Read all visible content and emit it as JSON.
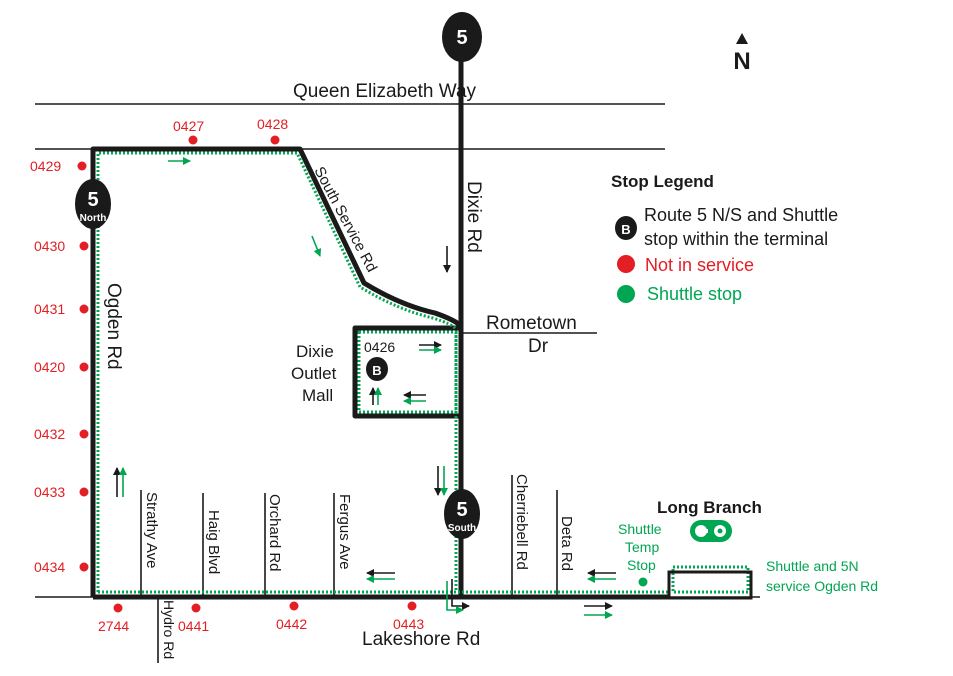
{
  "streets": {
    "qew": "Queen Elizabeth Way",
    "dixie": "Dixie Rd",
    "ogden": "Ogden Rd",
    "south_service": "South Service Rd",
    "rometown_1": "Rometown",
    "rometown_2": "Dr",
    "lakeshore": "Lakeshore Rd",
    "strathy": "Strathy Ave",
    "haig": "Haig Blvd",
    "orchard": "Orchard Rd",
    "fergus": "Fergus Ave",
    "hydro": "Hydro Rd",
    "cherriebell": "Cherriebell Rd",
    "deta": "Deta Rd"
  },
  "places": {
    "mall_1": "Dixie",
    "mall_2": "Outlet",
    "mall_3": "Mall",
    "long_branch": "Long Branch",
    "shuttle_temp_1": "Shuttle",
    "shuttle_temp_2": "Temp",
    "shuttle_temp_3": "Stop",
    "shuttle_5n_1": "Shuttle and 5N",
    "shuttle_5n_2": "service Ogden Rd"
  },
  "stops": {
    "s0427": "0427",
    "s0428": "0428",
    "s0429": "0429",
    "s0430": "0430",
    "s0431": "0431",
    "s0420": "0420",
    "s0432": "0432",
    "s0433": "0433",
    "s0434": "0434",
    "s2744": "2744",
    "s0441": "0441",
    "s0442": "0442",
    "s0443": "0443",
    "s0426": "0426"
  },
  "shields": {
    "route": "5",
    "north_sub": "North",
    "south_sub": "South",
    "terminal_letter": "B"
  },
  "compass": "N",
  "legend": {
    "title": "Stop Legend",
    "route_stop_1": "Route 5 N/S and Shuttle",
    "route_stop_2": "stop within the terminal",
    "not_in_service": "Not in service",
    "shuttle_stop": "Shuttle stop"
  },
  "colors": {
    "route": "#1a1a1a",
    "shuttle": "#00a651",
    "not_in_service": "#e31e24"
  },
  "icons": {
    "go_transit": "go-transit-logo",
    "compass": "north-arrow-icon"
  }
}
